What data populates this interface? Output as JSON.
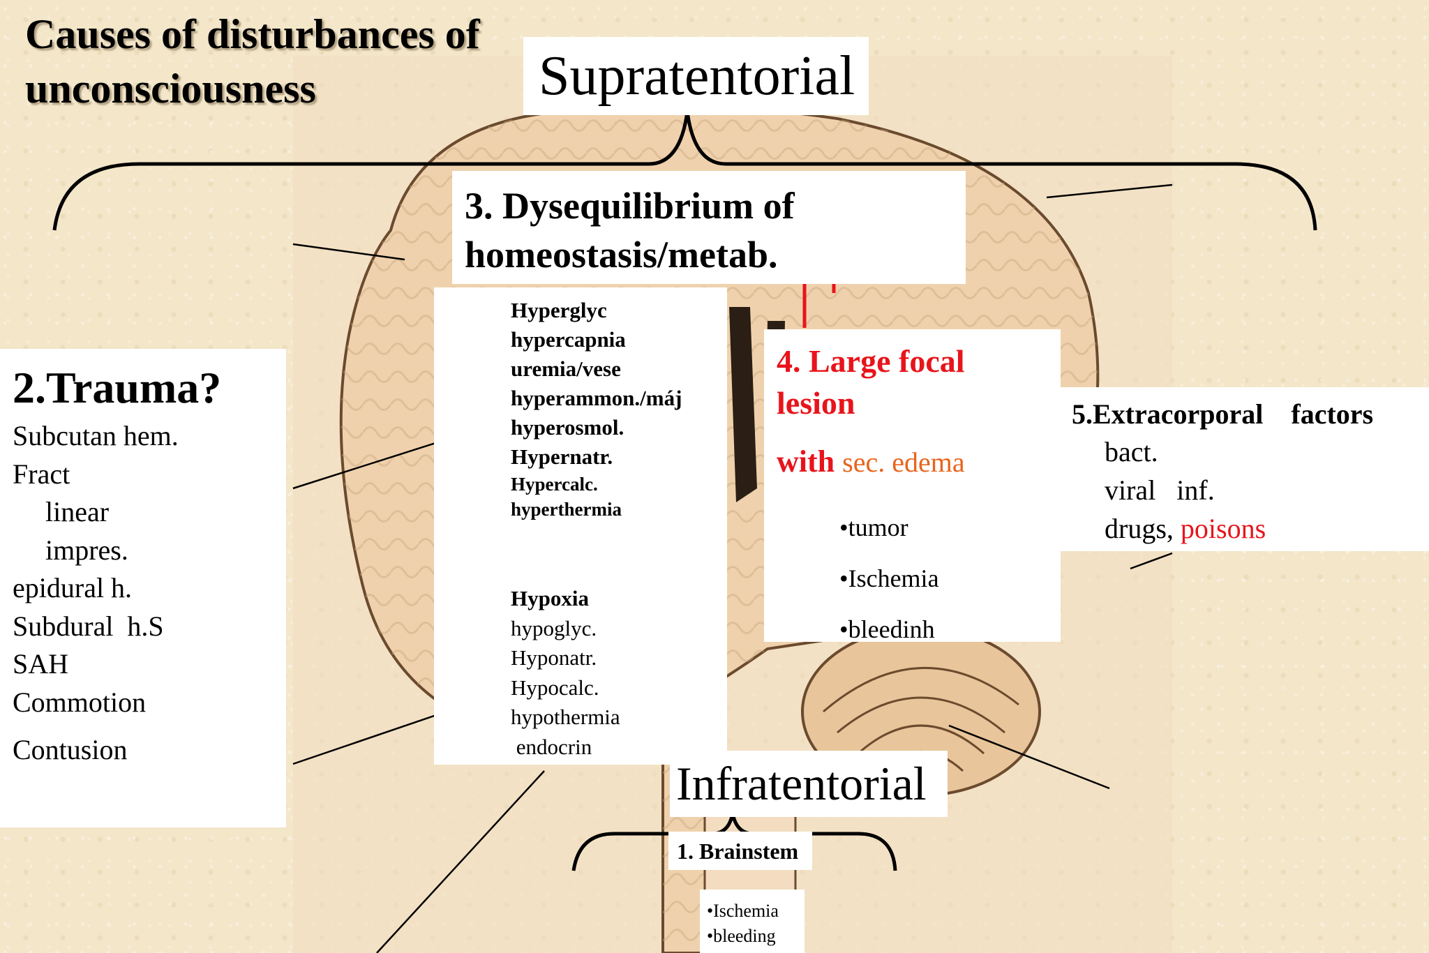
{
  "title": {
    "line1": "Causes of disturbances of",
    "line2": "unconsciousness"
  },
  "supratentorial": {
    "label": "Supratentorial"
  },
  "infratentorial": {
    "label": "Infratentorial"
  },
  "dysequilibrium": {
    "heading_line1": "3. Dysequilibrium of",
    "heading_line2": "homeostasis/metab.",
    "increased": [
      "Hyperglyc",
      "hypercapnia",
      "uremia/vese",
      "hyperammon./máj",
      "hyperosmol.",
      "Hypernatr.",
      "Hypercalc.",
      "hyperthermia"
    ],
    "decreased": [
      "Hypoxia",
      "hypoglyc.",
      "Hyponatr.",
      "Hypocalc.",
      "hypothermia",
      " endocrin"
    ]
  },
  "trauma": {
    "heading": "2.Trauma?",
    "items": [
      "Subcutan hem.",
      "Fract",
      "linear",
      "impres.",
      "epidural h.",
      "Subdural  h.S",
      "SAH",
      "Commotion",
      "Contusion"
    ]
  },
  "focal": {
    "heading_line1": "4. Large focal",
    "heading_line2": "lesion",
    "with_label": "with",
    "edema_label": "sec. edema",
    "items": [
      "•tumor",
      "•Ischemia",
      "•bleedinh"
    ]
  },
  "extracorporal": {
    "heading": "5.Extracorporal    factors",
    "line1": "bact.",
    "line2": "viral   inf.",
    "drugs": "drugs,",
    "poisons": "poisons"
  },
  "brainstem": {
    "heading": "1. Brainstem",
    "items": [
      "•Ischemia",
      "•bleeding"
    ]
  },
  "colors": {
    "accent_red": "#e8141b",
    "accent_orange": "#e8641c",
    "background": "#f3e6c9"
  }
}
